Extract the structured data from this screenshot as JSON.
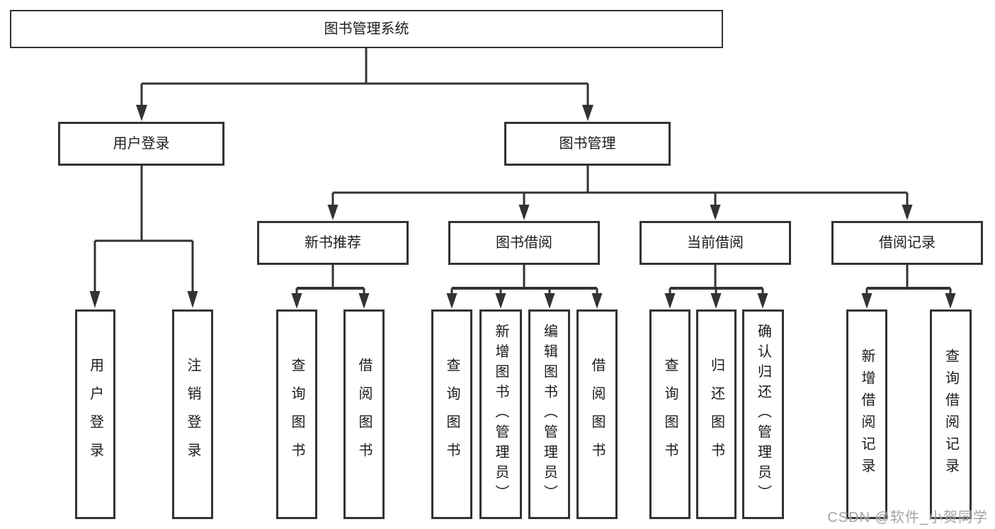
{
  "diagram": {
    "type": "tree",
    "colors": {
      "line": "#333333",
      "box_border": "#333333",
      "background": "#ffffff",
      "text": "#1c1c1c",
      "watermark": "#969696"
    },
    "nodes": {
      "root": {
        "label": "图书管理系统"
      },
      "level2": [
        {
          "label": "用户登录"
        },
        {
          "label": "图书管理"
        }
      ],
      "level3": [
        {
          "label": "新书推荐"
        },
        {
          "label": "图书借阅"
        },
        {
          "label": "当前借阅"
        },
        {
          "label": "借阅记录"
        }
      ],
      "leaves": {
        "user_login": [
          {
            "label": "用户登录"
          },
          {
            "label": "注销登录"
          }
        ],
        "new_books": [
          {
            "label": "查询图书"
          },
          {
            "label": "借阅图书"
          }
        ],
        "book_borrow": [
          {
            "label": "查询图书"
          },
          {
            "label": "新增图书（管理员）"
          },
          {
            "label": "编辑图书（管理员）"
          },
          {
            "label": "借阅图书"
          }
        ],
        "current_borrow": [
          {
            "label": "查询图书"
          },
          {
            "label": "归还图书"
          },
          {
            "label": "确认归还（管理员）"
          }
        ],
        "borrow_records": [
          {
            "label": "新增借阅记录"
          },
          {
            "label": "查询借阅记录"
          }
        ]
      }
    },
    "watermark": "CSDN @软件_小贺同学"
  }
}
